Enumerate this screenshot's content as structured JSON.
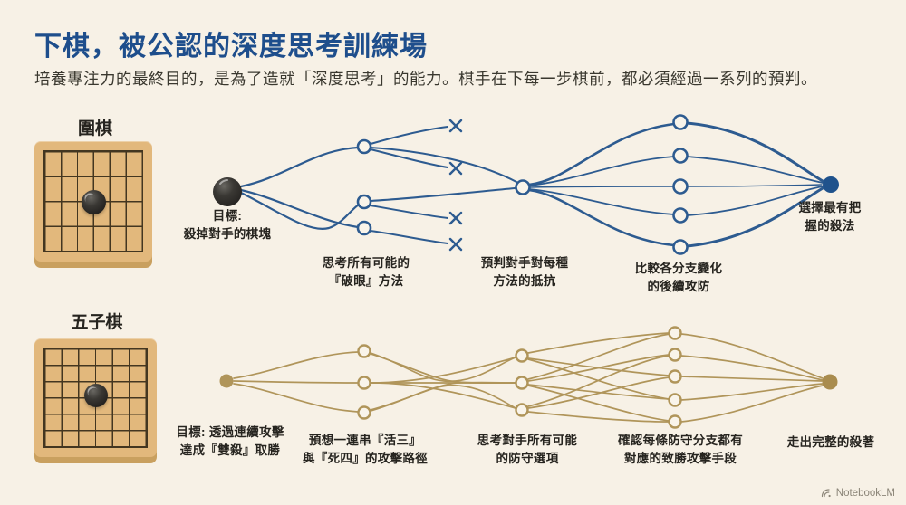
{
  "header": {
    "title": "下棋，被公認的深度思考訓練場",
    "subtitle": "培養專注力的最終目的，是為了造就「深度思考」的能力。棋手在下每一步棋前，都必須經過一系列的預判。"
  },
  "go_tree": {
    "board_label": "圍棋",
    "start_label": "目標:\n殺掉對手的棋塊",
    "steps": [
      "思考所有可能的\n『破眼』方法",
      "預判對手對每種\n方法的抵抗",
      "比較各分支變化\n的後續攻防"
    ],
    "final_label": "選擇最有把\n握的殺法",
    "stage1_nodes": 3,
    "rejected_branches": 4,
    "stage3_nodes": 5,
    "line_color": "#2d5b90"
  },
  "gomoku_tree": {
    "board_label": "五子棋",
    "start_label": "目標: 透過連續攻擊\n達成『雙殺』取勝",
    "steps": [
      "預想一連串『活三』\n與『死四』的攻擊路徑",
      "思考對手所有可能\n的防守選項",
      "確認每條防守分支都有\n對應的致勝攻擊手段"
    ],
    "final_label": "走出完整的殺著",
    "stage1_nodes": 3,
    "stage2_nodes": 3,
    "stage3_nodes": 5,
    "line_color": "#b0955a"
  },
  "colors": {
    "background": "#f7f1e6",
    "title_blue": "#1e4e8c",
    "board_tan": "#e2b87c",
    "board_edge": "#c9a05f",
    "text_dark": "#26241f"
  },
  "footer": {
    "brand": "NotebookLM"
  }
}
